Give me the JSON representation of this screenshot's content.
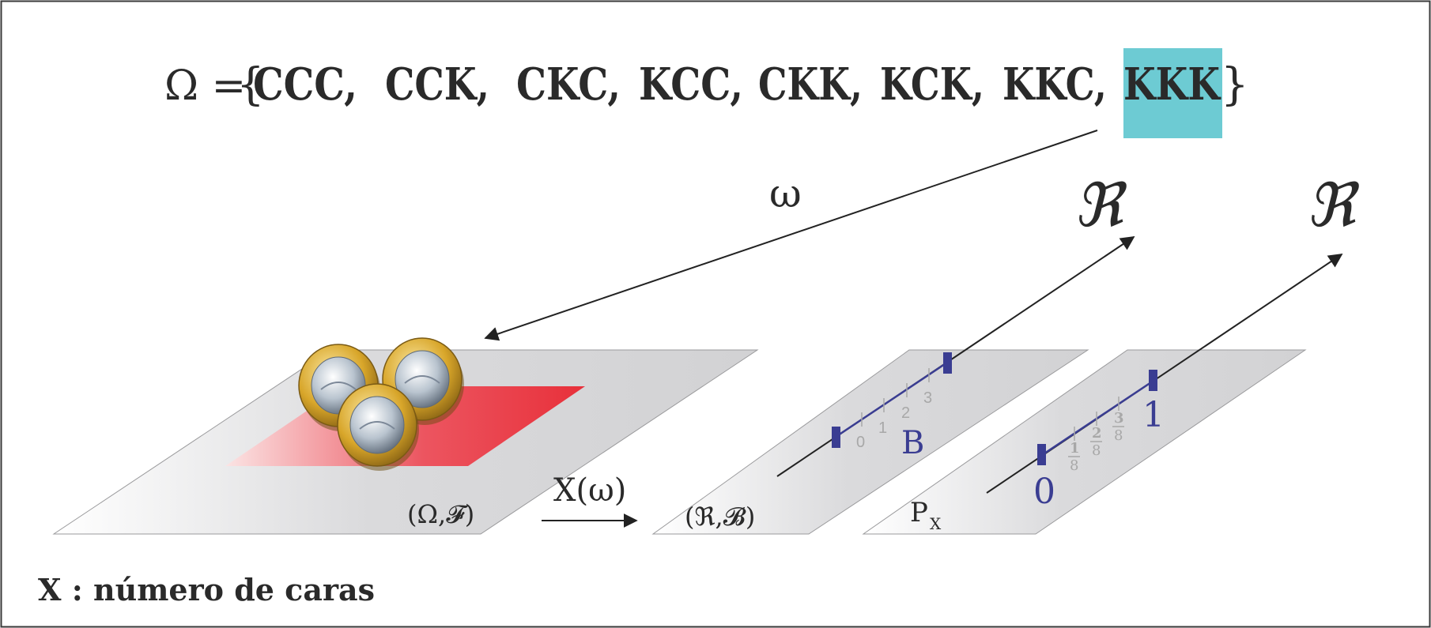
{
  "sample_space": {
    "prefix": "Ω =",
    "open_brace": "{",
    "close_brace": "}",
    "outcomes": [
      "CCC,",
      "CCK,",
      "CKC,",
      "KCC,",
      "CKK,",
      "KCK,",
      "KKC,",
      "KKK"
    ],
    "highlighted": "KKK"
  },
  "labels": {
    "omega": "ω",
    "real_1": "ℜ",
    "real_2": "ℜ",
    "space_omega": "(Ω,𝓕)",
    "space_real": "(ℜ,𝓑)",
    "map_label": "X(ω)",
    "prob_p": "P",
    "prob_sub": "X",
    "set_b": "B",
    "footer": "X : número de caras"
  },
  "axis1": {
    "ticks": [
      "0",
      "1",
      "2",
      "3"
    ]
  },
  "axis2": {
    "start": "0",
    "end": "1",
    "fractions": [
      {
        "num": "1",
        "den": "8"
      },
      {
        "num": "2",
        "den": "8"
      },
      {
        "num": "3",
        "den": "8"
      }
    ]
  },
  "colors": {
    "highlight": "#6dcbd3",
    "red_region": "#e8303a",
    "axis_blue": "#3a3d92",
    "plane_grey": "#d6d6d8",
    "text_dark": "#2a2a2a",
    "tick_grey": "#a8a8a8",
    "coin_gold": "#d8a62a",
    "coin_silver": "#b9c4cf"
  }
}
